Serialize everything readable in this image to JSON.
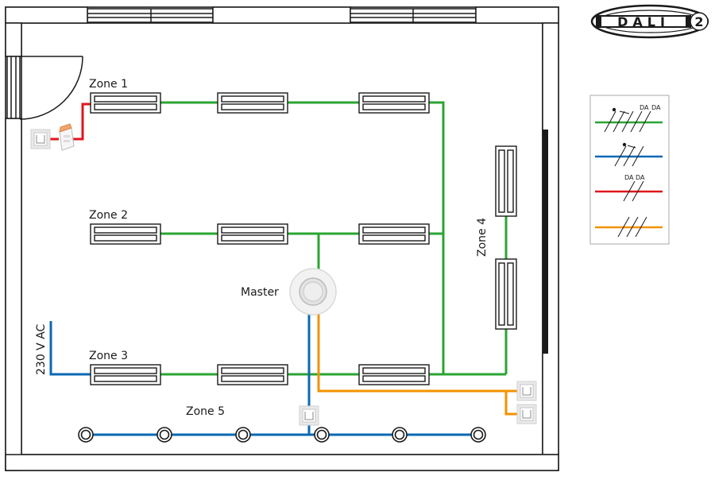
{
  "logo": {
    "text": "DALI",
    "suffix": "2"
  },
  "zones": {
    "zone1": "Zone 1",
    "zone2": "Zone 2",
    "zone3": "Zone 3",
    "zone4": "Zone 4",
    "zone5": "Zone 5"
  },
  "master_label": "Master",
  "supply_label": "230 V AC",
  "legend": {
    "da_label": "DA"
  },
  "colors": {
    "green": "#2aa532",
    "blue": "#0a68b4",
    "red": "#e0161d",
    "orange": "#f39200",
    "wall": "#1a1a1a"
  },
  "icons": {
    "switch": "wall-switch-icon",
    "motion_sensor": "motion-sensor-icon",
    "downlight": "downlight-icon",
    "master_sensor": "master-sensor-icon"
  }
}
